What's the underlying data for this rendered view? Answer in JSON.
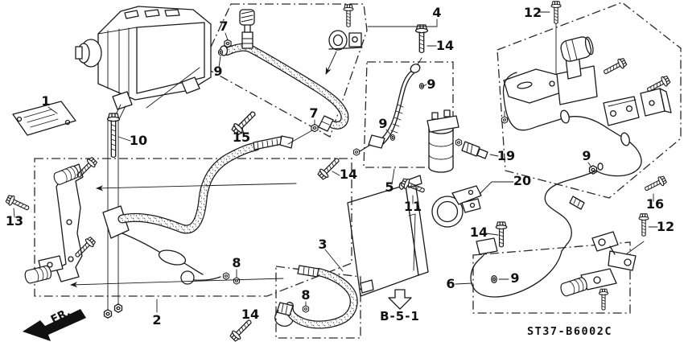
{
  "diagram": {
    "drawing_code": "ST37-B6002C",
    "front_marker_label": "FR.",
    "detail_reference": "B-5-1",
    "callouts": [
      {
        "text": "1"
      },
      {
        "text": "2"
      },
      {
        "text": "3"
      },
      {
        "text": "4"
      },
      {
        "text": "5"
      },
      {
        "text": "6"
      },
      {
        "text": "7"
      },
      {
        "text": "7"
      },
      {
        "text": "8"
      },
      {
        "text": "8"
      },
      {
        "text": "9"
      },
      {
        "text": "9"
      },
      {
        "text": "9"
      },
      {
        "text": "9"
      },
      {
        "text": "9"
      },
      {
        "text": "10"
      },
      {
        "text": "11"
      },
      {
        "text": "12"
      },
      {
        "text": "12"
      },
      {
        "text": "13"
      },
      {
        "text": "14"
      },
      {
        "text": "14"
      },
      {
        "text": "14"
      },
      {
        "text": "14"
      },
      {
        "text": "15"
      },
      {
        "text": "16"
      },
      {
        "text": "19"
      },
      {
        "text": "20"
      }
    ]
  }
}
